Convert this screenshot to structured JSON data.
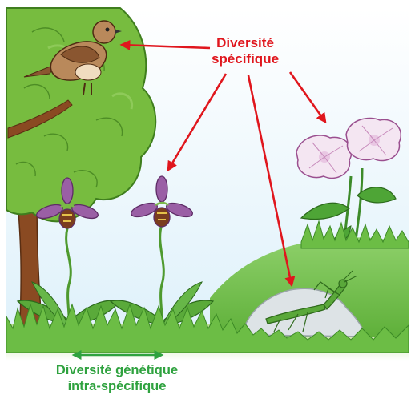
{
  "labels": {
    "species_line1": "Diversité",
    "species_line2": "spécifique",
    "genetic_line1": "Diversité génétique",
    "genetic_line2": "intra-spécifique"
  },
  "colors": {
    "species_arrow": "#e0161d",
    "genetic_arrow": "#2fa23f",
    "sky": "#dcf0fa",
    "grass": "#6cbd45",
    "foliage": "#77bc3f",
    "trunk": "#8a4a22",
    "orchid_petal": "#9a5fa5",
    "bindweed_flower": "#f4e6f2"
  },
  "elements": [
    "bird",
    "tree",
    "bee-orchid",
    "bee-orchid",
    "bindweed",
    "praying-mantis",
    "rock"
  ]
}
